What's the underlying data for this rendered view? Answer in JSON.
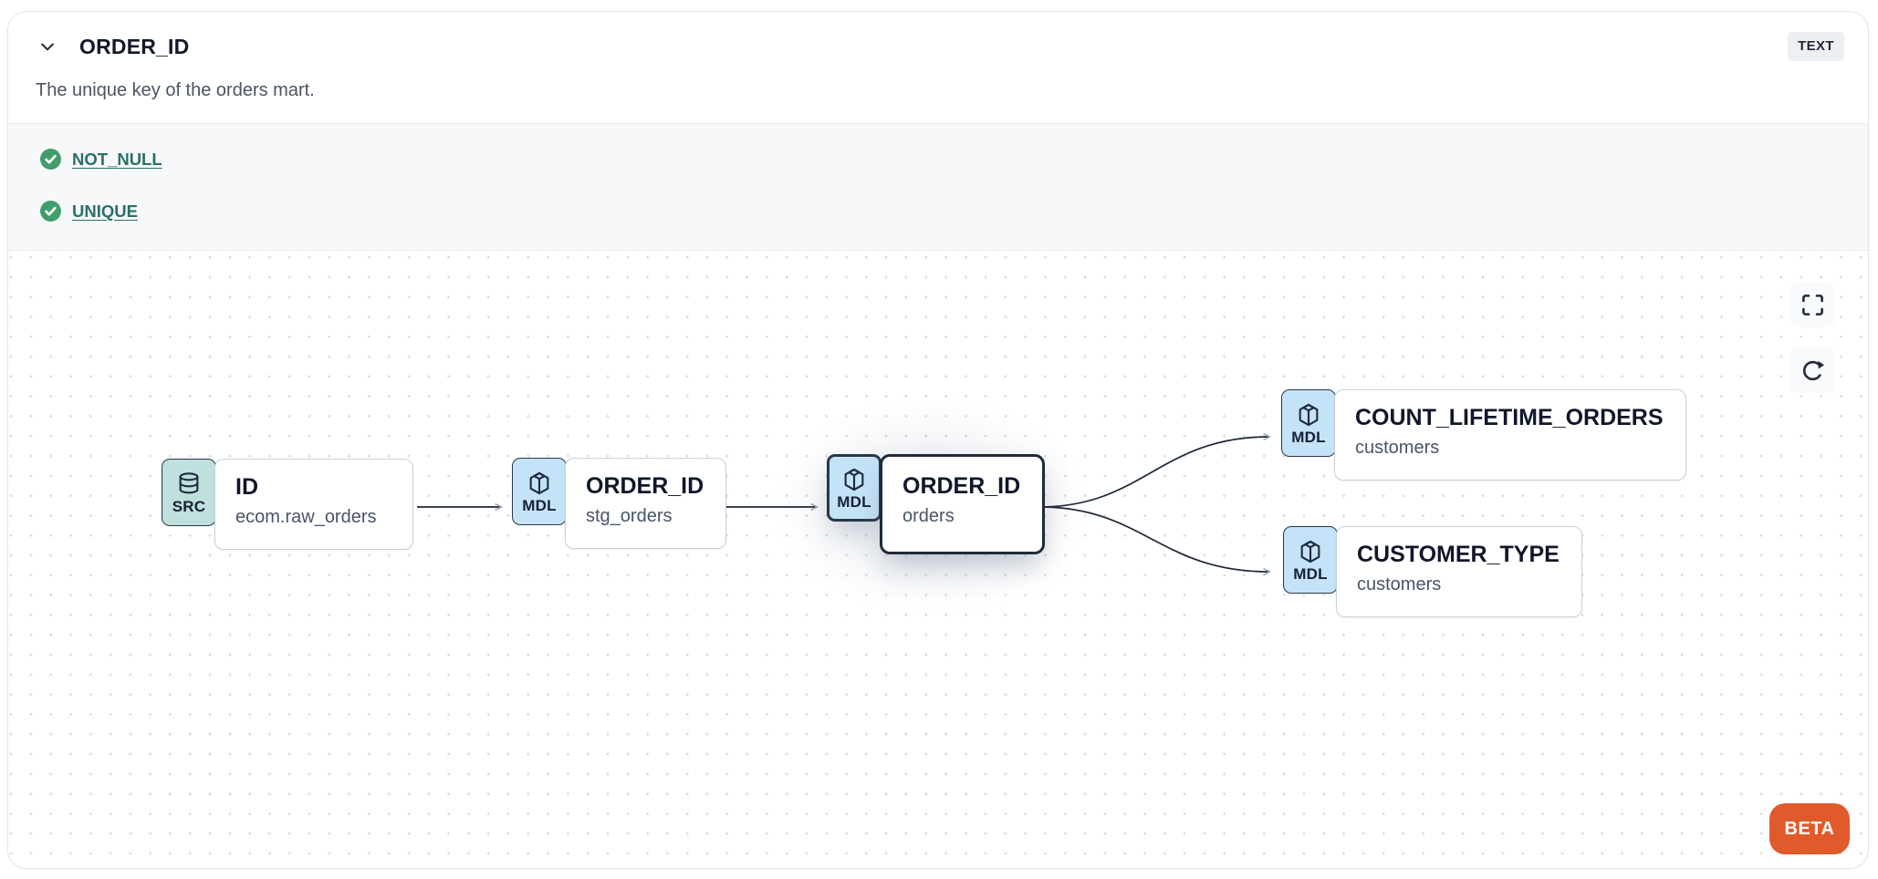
{
  "header": {
    "title": "ORDER_ID",
    "type_badge": "TEXT",
    "description": "The unique key of the orders mart."
  },
  "tests": [
    {
      "label": "NOT_NULL",
      "status": "pass",
      "icon": "check-circle-icon"
    },
    {
      "label": "UNIQUE",
      "status": "pass",
      "icon": "check-circle-icon"
    }
  ],
  "lineage": {
    "nodes": [
      {
        "badge": "SRC",
        "icon": "database-icon",
        "title": "ID",
        "subtitle": "ecom.raw_orders",
        "selected": false
      },
      {
        "badge": "MDL",
        "icon": "cube-icon",
        "title": "ORDER_ID",
        "subtitle": "stg_orders",
        "selected": false
      },
      {
        "badge": "MDL",
        "icon": "cube-icon",
        "title": "ORDER_ID",
        "subtitle": "orders",
        "selected": true
      },
      {
        "badge": "MDL",
        "icon": "cube-icon",
        "title": "COUNT_LIFETIME_ORDERS",
        "subtitle": "customers",
        "selected": false
      },
      {
        "badge": "MDL",
        "icon": "cube-icon",
        "title": "CUSTOMER_TYPE",
        "subtitle": "customers",
        "selected": false
      }
    ],
    "controls": [
      {
        "icon": "fullscreen-icon"
      },
      {
        "icon": "refresh-icon"
      }
    ],
    "beta_label": "BETA"
  },
  "colors": {
    "accent_orange": "#E05A2B",
    "source_badge_bg": "#BFE0DD",
    "model_badge_bg": "#C5E3F8",
    "test_link_teal": "#2C6E68",
    "check_green": "#3F9E6A",
    "node_border": "#C9D1DA",
    "selected_border": "#1F2B3B"
  }
}
